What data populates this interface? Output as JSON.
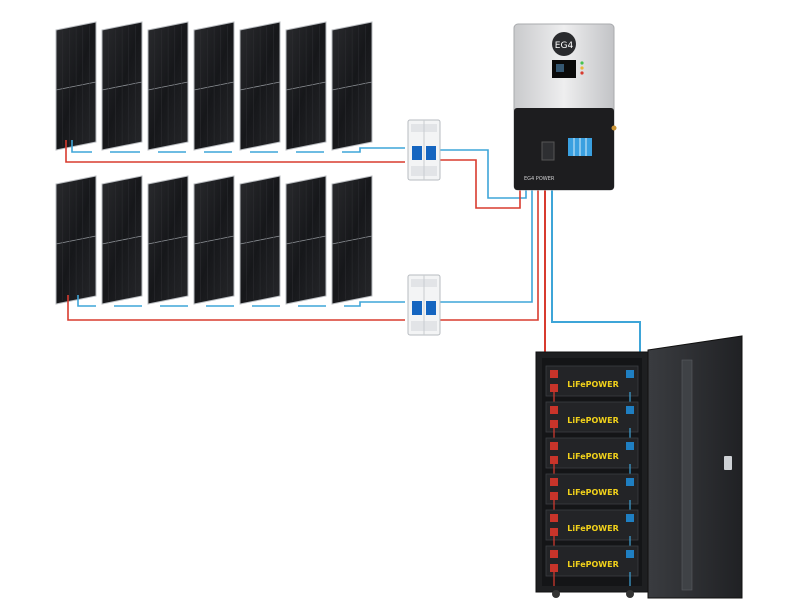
{
  "diagram": {
    "inverter": {
      "logo": "EG4",
      "brand_strip": "EG4 POWER",
      "body_color": "#d9dadc",
      "base_color": "#1d1d1f",
      "display_color": "#0a0a0a"
    },
    "battery": {
      "module_label": "LiFePOWER",
      "module_count": 6,
      "label_color": "#f2d21b",
      "cabinet_color": "#1e1f21",
      "door_color": "#2b2d30"
    },
    "panels": {
      "rows": 2,
      "per_row": 7,
      "cell_color": "#1b1c1e",
      "frame_color": "#b9bcc0"
    },
    "breakers": {
      "count": 2,
      "handle_color": "#1565c0"
    },
    "wiring": {
      "positive": "#d83b2f",
      "negative": "#3ea5d8"
    }
  }
}
